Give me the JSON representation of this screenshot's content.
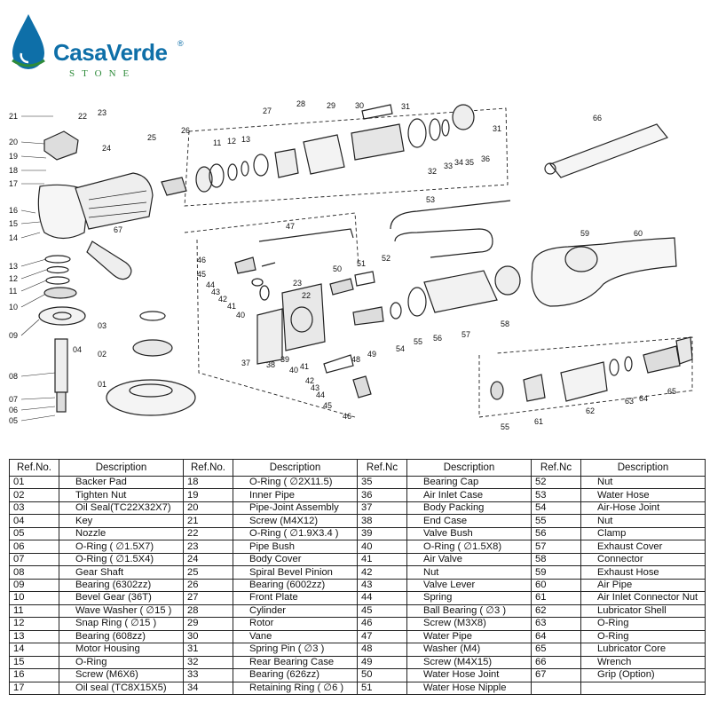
{
  "brand": {
    "name": "CasaVerde",
    "reg": "®",
    "sub": "STONE",
    "color_blue": "#0e6fa8",
    "color_green": "#2e8b3a"
  },
  "table": {
    "headers": [
      {
        "ref": "Ref.No.",
        "desc": "Description"
      },
      {
        "ref": "Ref.No.",
        "desc": "Description"
      },
      {
        "ref": "Ref.Nc",
        "desc": "Description"
      },
      {
        "ref": "Ref.Nc",
        "desc": "Description"
      }
    ],
    "columns": [
      [
        [
          "01",
          "Backer Pad"
        ],
        [
          "02",
          "Tighten Nut"
        ],
        [
          "03",
          "Oil Seal(TC22X32X7)"
        ],
        [
          "04",
          "Key"
        ],
        [
          "05",
          "Nozzle"
        ],
        [
          "06",
          "O-Ring ( ∅1.5X7)"
        ],
        [
          "07",
          "O-Ring ( ∅1.5X4)"
        ],
        [
          "08",
          "Gear Shaft"
        ],
        [
          "09",
          "Bearing (6302zz)"
        ],
        [
          "10",
          "Bevel Gear (36T)"
        ],
        [
          "11",
          "Wave Washer ( ∅15 )"
        ],
        [
          "12",
          "Snap Ring ( ∅15 )"
        ],
        [
          "13",
          "Bearing (608zz)"
        ],
        [
          "14",
          "Motor Housing"
        ],
        [
          "15",
          "O-Ring"
        ],
        [
          "16",
          "Screw (M6X6)"
        ],
        [
          "17",
          "Oil seal (TC8X15X5)"
        ]
      ],
      [
        [
          "18",
          "O-Ring ( ∅2X11.5)"
        ],
        [
          "19",
          "Inner Pipe"
        ],
        [
          "20",
          "Pipe-Joint Assembly"
        ],
        [
          "21",
          "Screw (M4X12)"
        ],
        [
          "22",
          "O-Ring ( ∅1.9X3.4 )"
        ],
        [
          "23",
          "Pipe Bush"
        ],
        [
          "24",
          "Body Cover"
        ],
        [
          "25",
          "Spiral Bevel Pinion"
        ],
        [
          "26",
          "Bearing (6002zz)"
        ],
        [
          "27",
          "Front Plate"
        ],
        [
          "28",
          "Cylinder"
        ],
        [
          "29",
          "Rotor"
        ],
        [
          "30",
          "Vane"
        ],
        [
          "31",
          "Spring Pin ( ∅3 )"
        ],
        [
          "32",
          "Rear Bearing Case"
        ],
        [
          "33",
          "Bearing (626zz)"
        ],
        [
          "34",
          "Retaining Ring ( ∅6 )"
        ]
      ],
      [
        [
          "35",
          "Bearing Cap"
        ],
        [
          "36",
          "Air Inlet Case"
        ],
        [
          "37",
          "Body Packing"
        ],
        [
          "38",
          "End Case"
        ],
        [
          "39",
          "Valve Bush"
        ],
        [
          "40",
          "O-Ring ( ∅1.5X8)"
        ],
        [
          "41",
          "Air Valve"
        ],
        [
          "42",
          "Nut"
        ],
        [
          "43",
          "Valve Lever"
        ],
        [
          "44",
          "Spring"
        ],
        [
          "45",
          "Ball Bearing ( ∅3 )"
        ],
        [
          "46",
          "Screw (M3X8)"
        ],
        [
          "47",
          "Water Pipe"
        ],
        [
          "48",
          "Washer (M4)"
        ],
        [
          "49",
          "Screw (M4X15)"
        ],
        [
          "50",
          "Water Hose Joint"
        ],
        [
          "51",
          "Water Hose Nipple"
        ]
      ],
      [
        [
          "52",
          "Nut"
        ],
        [
          "53",
          "Water Hose"
        ],
        [
          "54",
          "Air-Hose Joint"
        ],
        [
          "55",
          "Nut"
        ],
        [
          "56",
          "Clamp"
        ],
        [
          "57",
          "Exhaust Cover"
        ],
        [
          "58",
          "Connector"
        ],
        [
          "59",
          "Exhaust Hose"
        ],
        [
          "60",
          "Air Pipe"
        ],
        [
          "61",
          "Air Inlet Connector Nut"
        ],
        [
          "62",
          "Lubricator Shell"
        ],
        [
          "63",
          "O-Ring"
        ],
        [
          "64",
          "O-Ring"
        ],
        [
          "65",
          "Lubricator Core"
        ],
        [
          "66",
          "Wrench"
        ],
        [
          "67",
          "Grip (Option)"
        ],
        [
          "",
          ""
        ]
      ]
    ]
  },
  "callouts": [
    "21",
    "22",
    "23",
    "20",
    "19",
    "18",
    "17",
    "16",
    "15",
    "14",
    "13",
    "12",
    "11",
    "10",
    "09",
    "08",
    "04",
    "07",
    "06",
    "05",
    "03",
    "02",
    "01",
    "24",
    "67",
    "25",
    "26",
    "11",
    "12",
    "13",
    "27",
    "28",
    "29",
    "30",
    "31",
    "31",
    "32",
    "33",
    "34",
    "35",
    "36",
    "66",
    "53",
    "47",
    "59",
    "60",
    "46",
    "45",
    "44",
    "43",
    "42",
    "41",
    "40",
    "23",
    "22",
    "37",
    "38",
    "39",
    "40",
    "41",
    "42",
    "43",
    "44",
    "45",
    "46",
    "50",
    "51",
    "52",
    "48",
    "49",
    "54",
    "55",
    "56",
    "57",
    "58",
    "55",
    "61",
    "62",
    "63",
    "64",
    "65"
  ]
}
